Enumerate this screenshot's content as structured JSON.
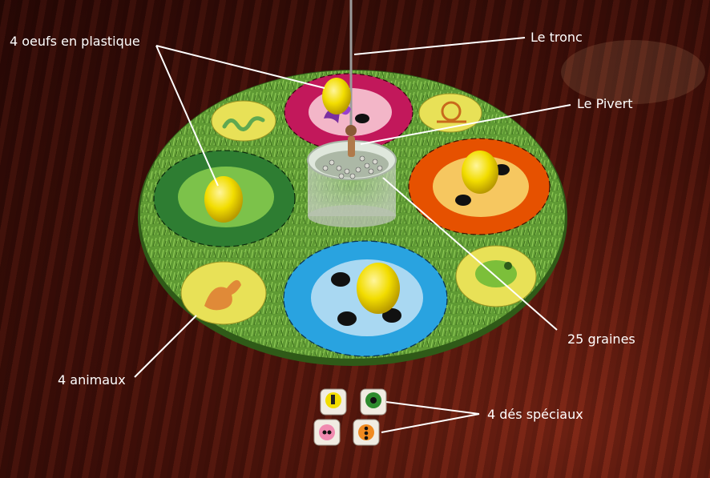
{
  "labels": {
    "eggs": "4 oeufs en plastique",
    "trunk": "Le tronc",
    "woodpecker": "Le Pivert",
    "seeds": "25 graines",
    "animals": "4 animaux",
    "dice": "4 dés spéciaux"
  },
  "colors": {
    "annotation_text": "#ffffff",
    "annotation_line": "#ffffff",
    "board_grass": "#5f9a34",
    "nest_red": "#c2185b",
    "nest_orange": "#e65100",
    "nest_green": "#2e7d32",
    "nest_blue": "#29a3e0",
    "egg": "#f2dd00",
    "animal_disc": "#e8e157"
  },
  "objects": {
    "nests": [
      "red-nest",
      "orange-nest",
      "green-nest",
      "blue-nest"
    ],
    "animals": [
      "snake",
      "snail",
      "squirrel",
      "frog"
    ],
    "dice": [
      "yellow-die",
      "green-die",
      "pink-die",
      "orange-die"
    ]
  }
}
